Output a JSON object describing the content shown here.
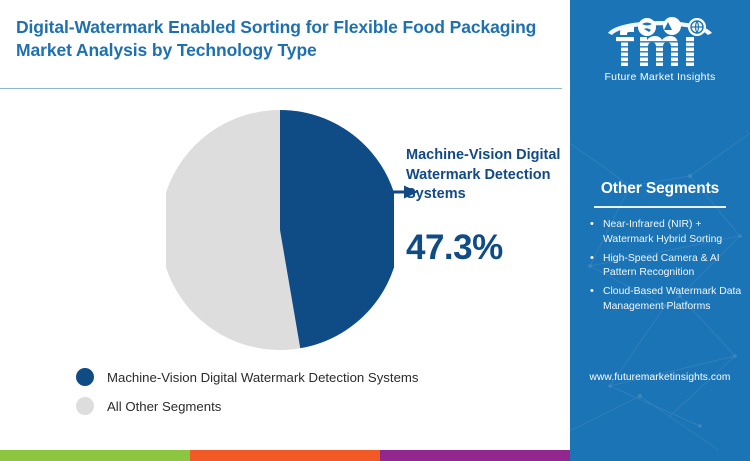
{
  "header": {
    "title": "Digital-Watermark Enabled Sorting for Flexible Food Packaging Market Analysis by Technology Type"
  },
  "logo": {
    "wordmark": "fmi",
    "tagline": "Future Market Insights"
  },
  "side_panel": {
    "heading": "Other Segments",
    "bullet_glyph": "•",
    "items": [
      "Near-Infrared (NIR) + Watermark Hybrid Sorting",
      "High-Speed Camera & AI Pattern Recognition",
      "Cloud-Based Watermark Data Management Platforms"
    ],
    "url": "www.futuremarketinsights.com"
  },
  "callout": {
    "label": "Machine-Vision Digital Watermark Detection Systems",
    "value": "47.3%"
  },
  "legend": [
    {
      "label": "Machine-Vision Digital Watermark Detection Systems",
      "color": "#0f4c86"
    },
    {
      "label": "All Other Segments",
      "color": "#dddddd"
    }
  ],
  "footer_colors": [
    "#8cc63e",
    "#f15a24",
    "#92278f",
    "#1b74b6"
  ],
  "colors": {
    "title_blue": "#1f70b0",
    "panel_blue": "#1b74b6",
    "slice_navy": "#0f4c86",
    "slice_grey": "#dddddd",
    "rule_blue": "#8fb6d4"
  },
  "chart_data": {
    "type": "pie",
    "title": "Digital-Watermark Enabled Sorting for Flexible Food Packaging Market Analysis by Technology Type",
    "categories": [
      "Machine-Vision Digital Watermark Detection Systems",
      "All Other Segments"
    ],
    "values": [
      47.3,
      52.7
    ],
    "unit": "%",
    "colors": [
      "#0f4c86",
      "#dddddd"
    ],
    "labels": [
      "47.3%",
      ""
    ],
    "legend_position": "bottom-left",
    "start_angle_deg": 0,
    "direction": "clockwise",
    "annotations": [
      {
        "text": "Machine-Vision Digital Watermark Detection Systems",
        "value": "47.3%",
        "points_to": "Machine-Vision Digital Watermark Detection Systems"
      }
    ]
  }
}
